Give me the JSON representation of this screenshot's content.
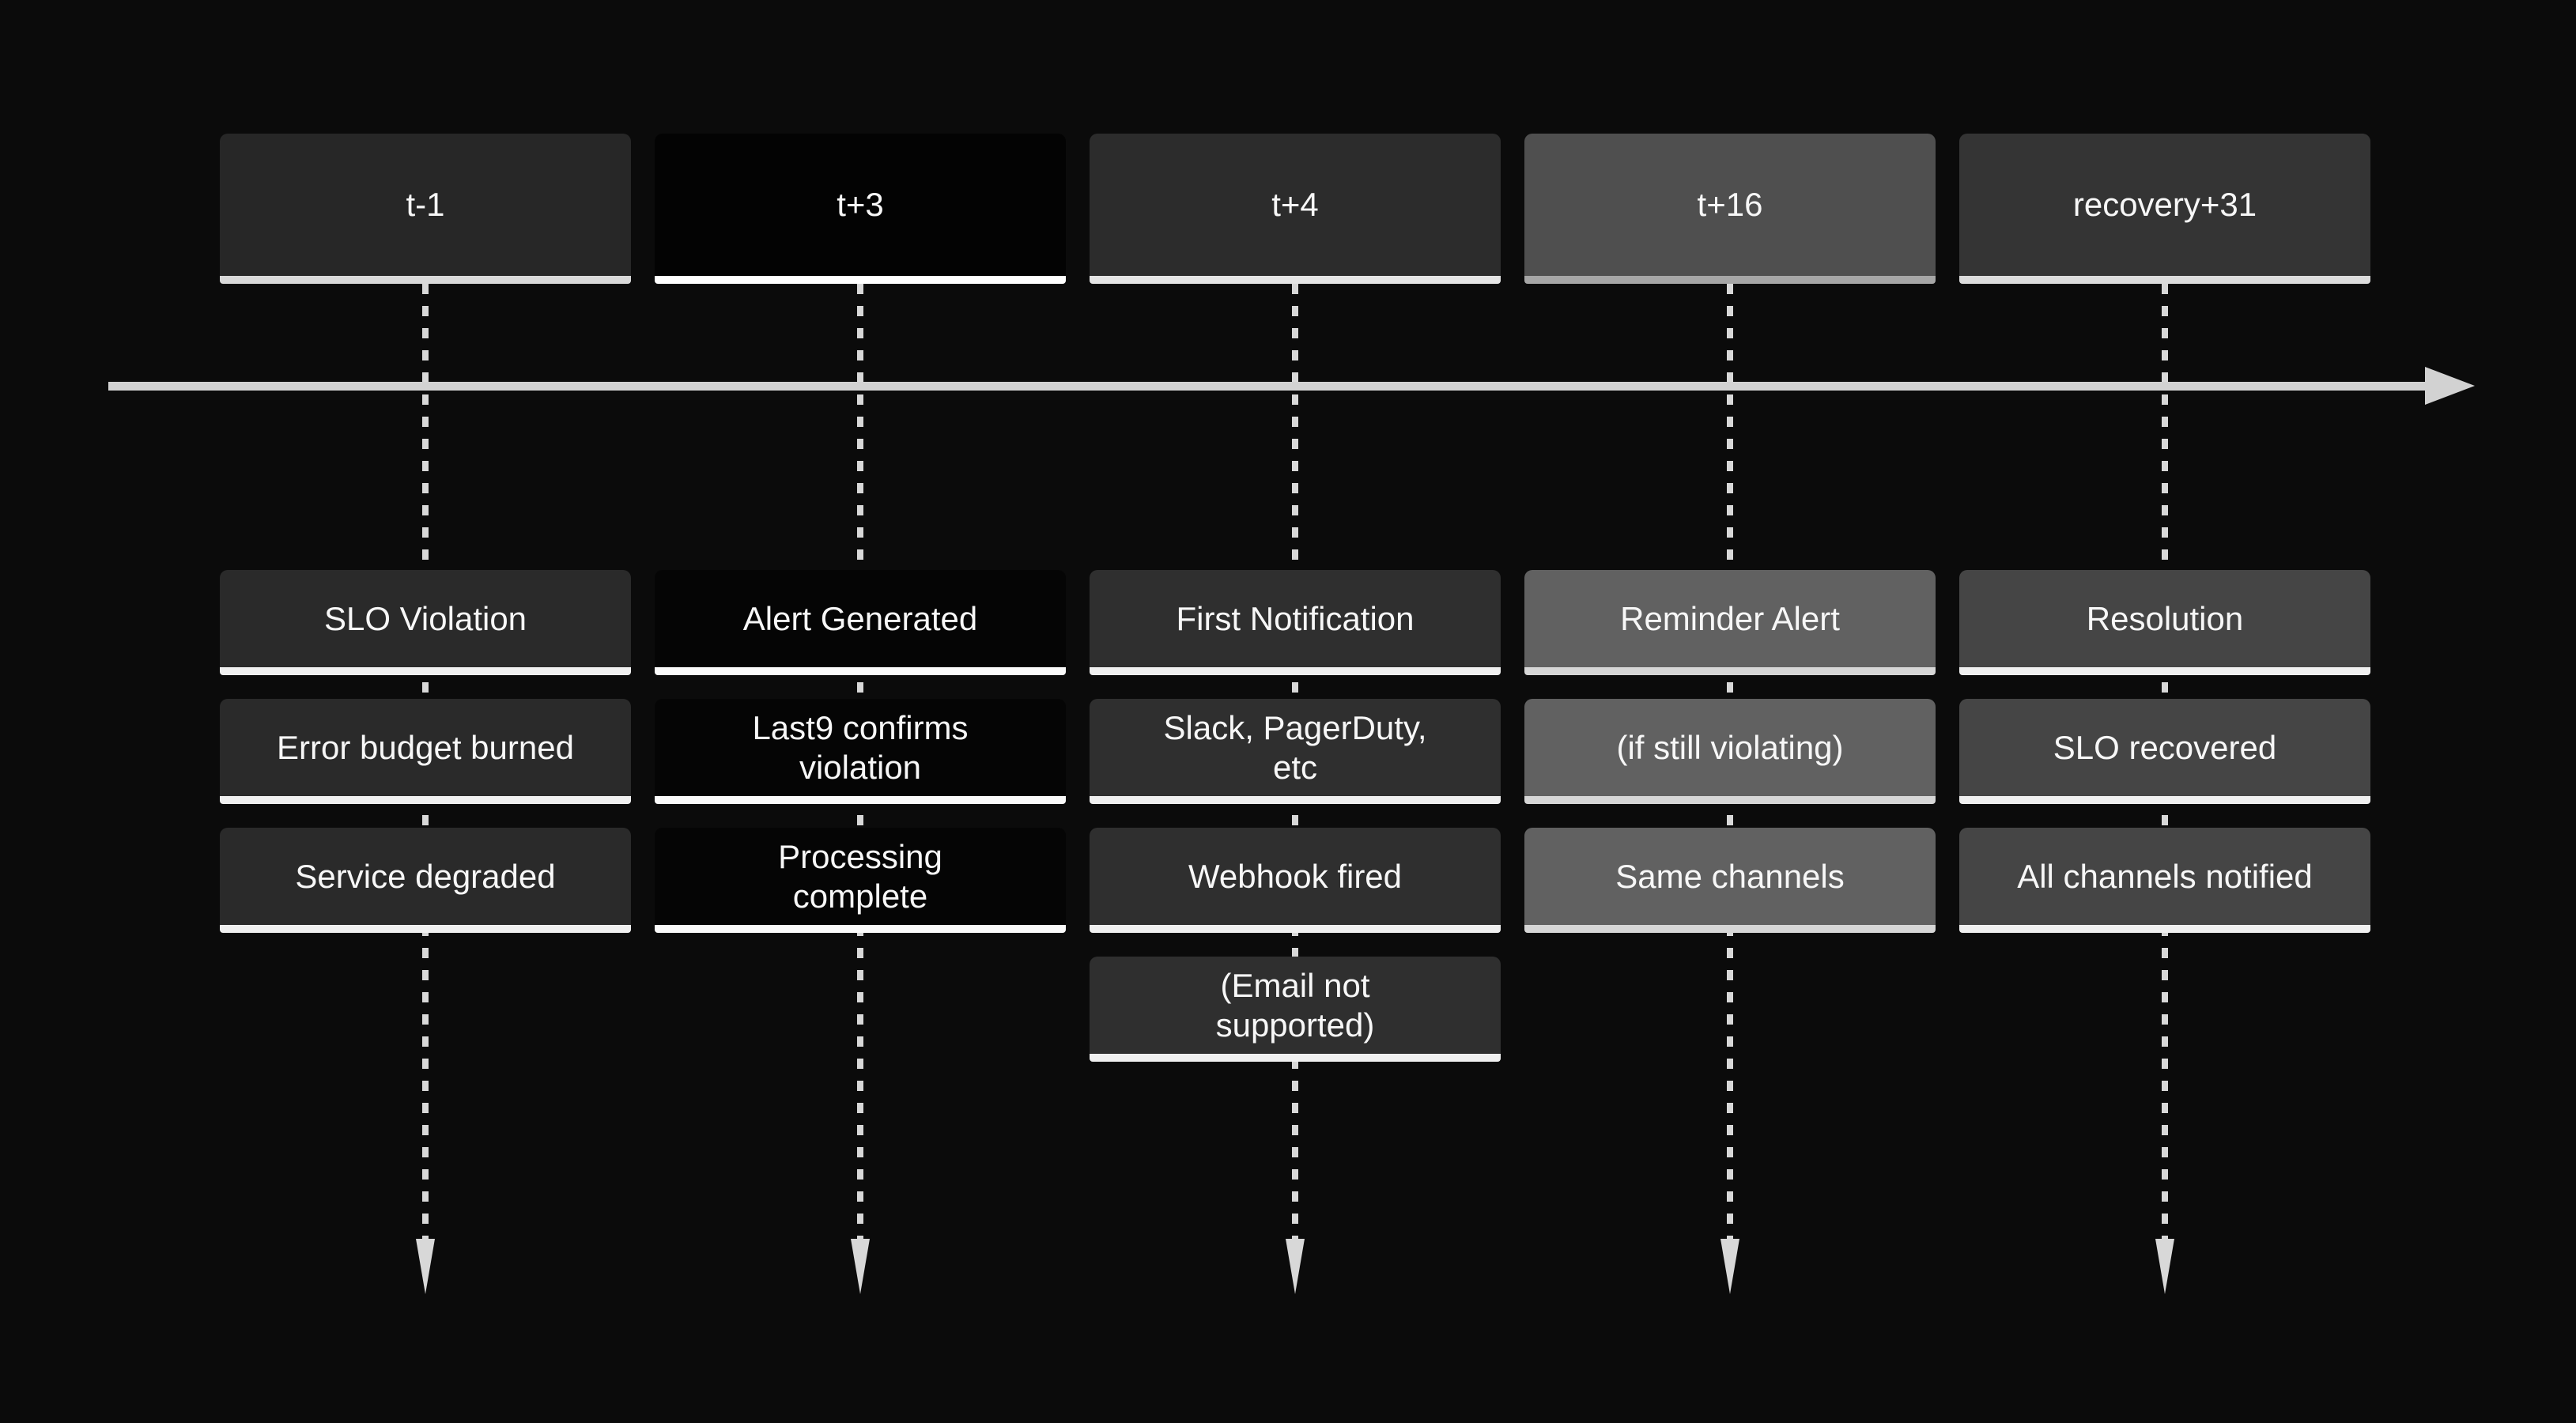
{
  "page": {
    "background": "#0b0b0b",
    "text_color": "#f7f7f7",
    "arrow_color": "#d2d2d2",
    "dash_color": "#d8d8d8"
  },
  "timeline": {
    "columns": [
      {
        "id": "t-1",
        "time_label": "t-1",
        "header_bg": "#272727",
        "header_border": "#d9d9d9",
        "box_bg": "#2a2a2a",
        "box_border": "#f0f0f0",
        "events": [
          "SLO Violation",
          "Error budget burned",
          "Service degraded"
        ]
      },
      {
        "id": "t-plus-3",
        "time_label": "t+3",
        "header_bg": "#030303",
        "header_border": "#ffffff",
        "box_bg": "#050505",
        "box_border": "#fafafa",
        "events": [
          "Alert Generated",
          "Last9 confirms\nviolation",
          "Processing\ncomplete"
        ]
      },
      {
        "id": "t-plus-4",
        "time_label": "t+4",
        "header_bg": "#2c2c2c",
        "header_border": "#e5e5e5",
        "box_bg": "#2f2f2f",
        "box_border": "#f0f0f0",
        "events": [
          "First Notification",
          "Slack, PagerDuty,\netc",
          "Webhook fired",
          "(Email not\nsupported)"
        ]
      },
      {
        "id": "t-plus-16",
        "time_label": "t+16",
        "header_bg": "#4f4f4f",
        "header_border": "#a6a6a6",
        "box_bg": "#616161",
        "box_border": "#d6d6d6",
        "events": [
          "Reminder Alert",
          "(if still violating)",
          "Same channels"
        ]
      },
      {
        "id": "recovery-plus-31",
        "time_label": "recovery+31",
        "header_bg": "#343434",
        "header_border": "#dcdcdc",
        "box_bg": "#454545",
        "box_border": "#f0f0f0",
        "events": [
          "Resolution",
          "SLO recovered",
          "All channels notified"
        ]
      }
    ]
  }
}
